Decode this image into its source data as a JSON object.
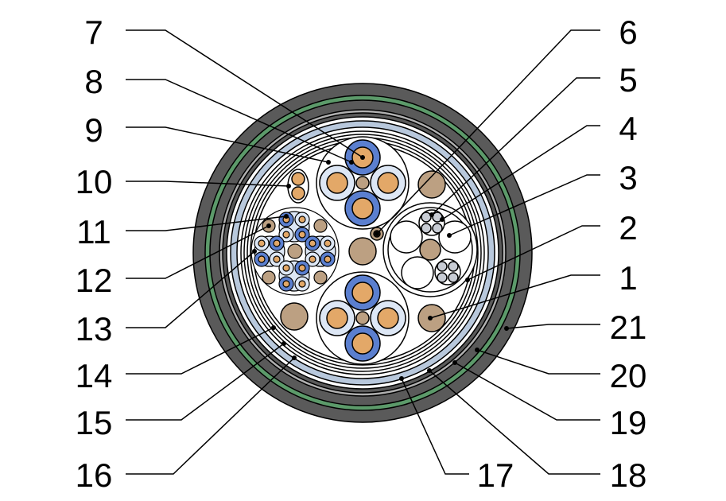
{
  "colors": {
    "outer_sheath": "#5a5a5a",
    "armor_green": "#5c9a6a",
    "light_blue": "#b8c8dc",
    "white": "#ffffff",
    "blue": "#5b7fcf",
    "pale_blue": "#dde7f5",
    "tan": "#bca082",
    "orange": "#e3a868",
    "grey": "#c8ccd4",
    "black": "#000000"
  },
  "labels": {
    "l1": "1",
    "l2": "2",
    "l3": "3",
    "l4": "4",
    "l5": "5",
    "l6": "6",
    "l7": "7",
    "l8": "8",
    "l9": "9",
    "l10": "10",
    "l11": "11",
    "l12": "12",
    "l13": "13",
    "l14": "14",
    "l15": "15",
    "l16": "16",
    "l17": "17",
    "l18": "18",
    "l19": "19",
    "l20": "20",
    "l21": "21"
  }
}
